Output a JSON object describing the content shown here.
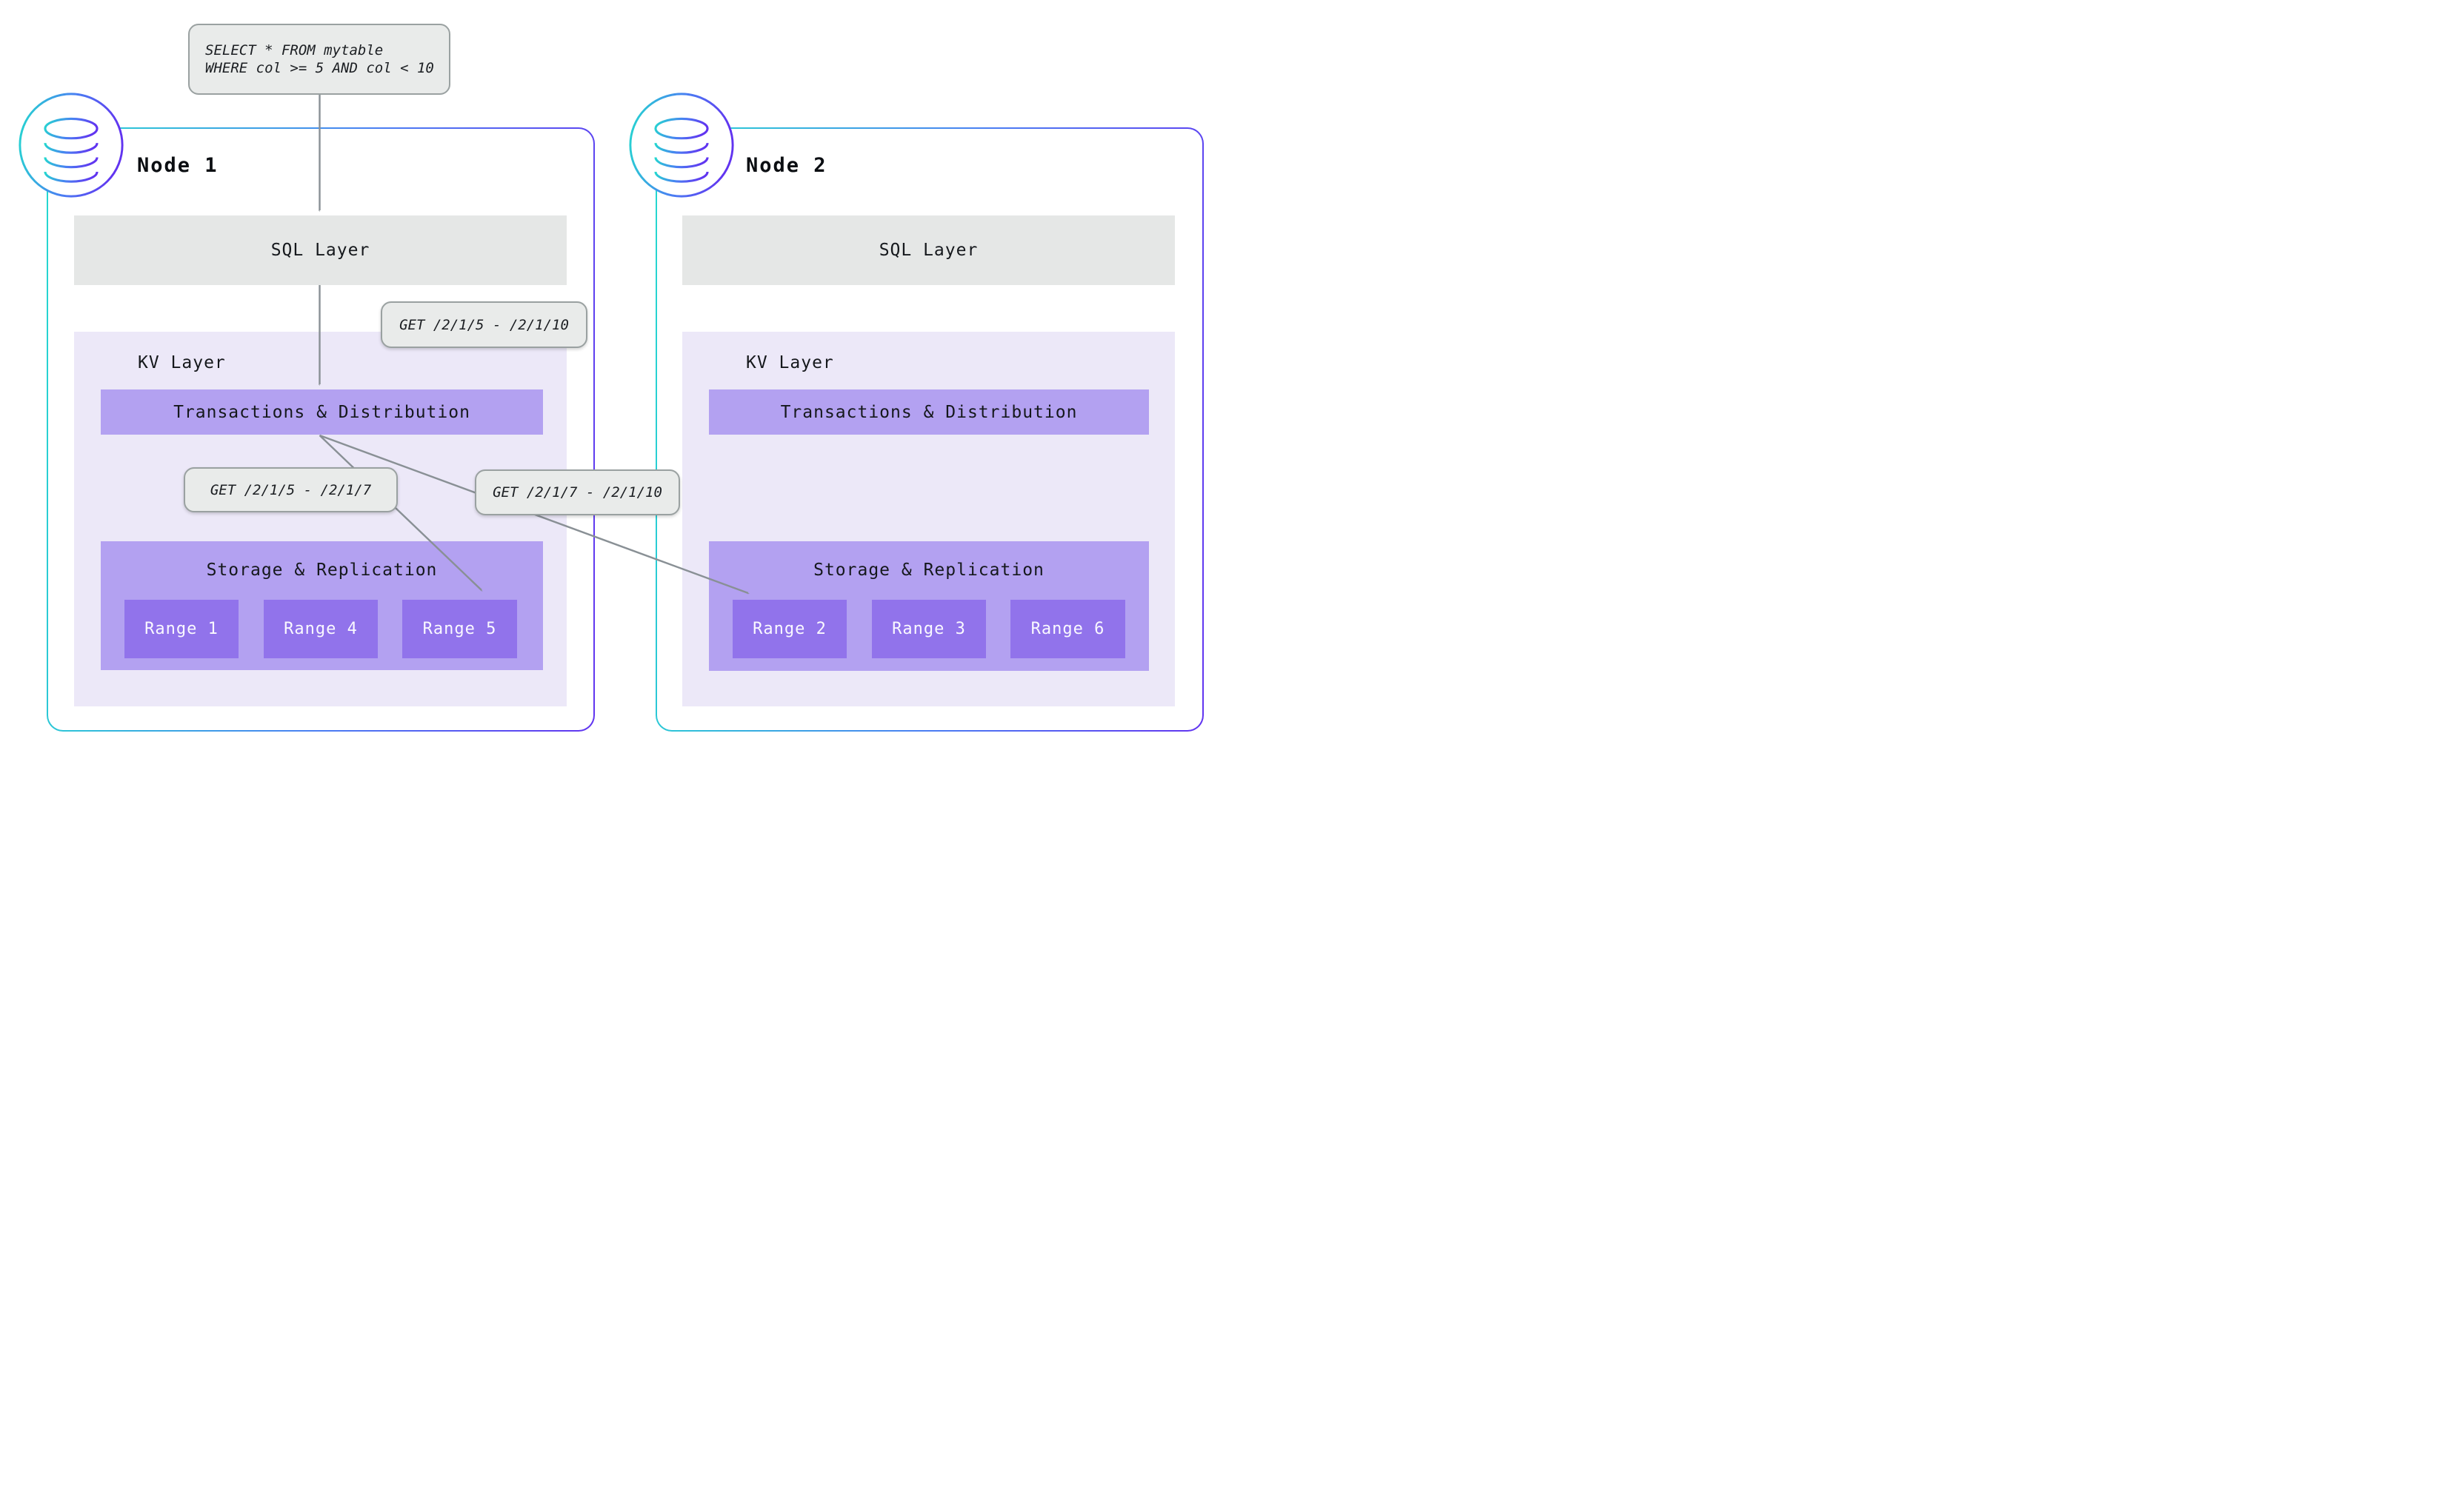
{
  "query_box": {
    "line1": "SELECT * FROM mytable",
    "line2": "WHERE col >= 5 AND col < 10"
  },
  "get_labels": {
    "full_range": "GET /2/1/5 - /2/1/10",
    "left_split": "GET /2/1/5 - /2/1/7",
    "right_split": "GET /2/1/7 - /2/1/10"
  },
  "nodes": [
    {
      "title": "Node 1",
      "sql_label": "SQL Layer",
      "kv_label": "KV Layer",
      "txn_label": "Transactions & Distribution",
      "storage_label": "Storage & Replication",
      "ranges": [
        "Range 1",
        "Range 4",
        "Range 5"
      ]
    },
    {
      "title": "Node 2",
      "sql_label": "SQL Layer",
      "kv_label": "KV Layer",
      "txn_label": "Transactions & Distribution",
      "storage_label": "Storage & Replication",
      "ranges": [
        "Range 2",
        "Range 3",
        "Range 6"
      ]
    }
  ],
  "icons": [
    {
      "name": "database-icon",
      "style": "cylinder in circle, cyan-to-purple gradient stroke"
    }
  ],
  "colors": {
    "gradient_cyan": "#24d9cf",
    "gradient_blue": "#4a7df3",
    "gradient_purple": "#6134f0",
    "bar_gray": "#e5e7e6",
    "kv_lavender": "#ece8f8",
    "layer_purple": "#b3a1f1",
    "range_purple": "#9173eb",
    "pill_gray": "#e9ebea",
    "pill_border": "#9aa1a1",
    "arrow_gray": "#899095",
    "text_dark": "#15181c"
  }
}
